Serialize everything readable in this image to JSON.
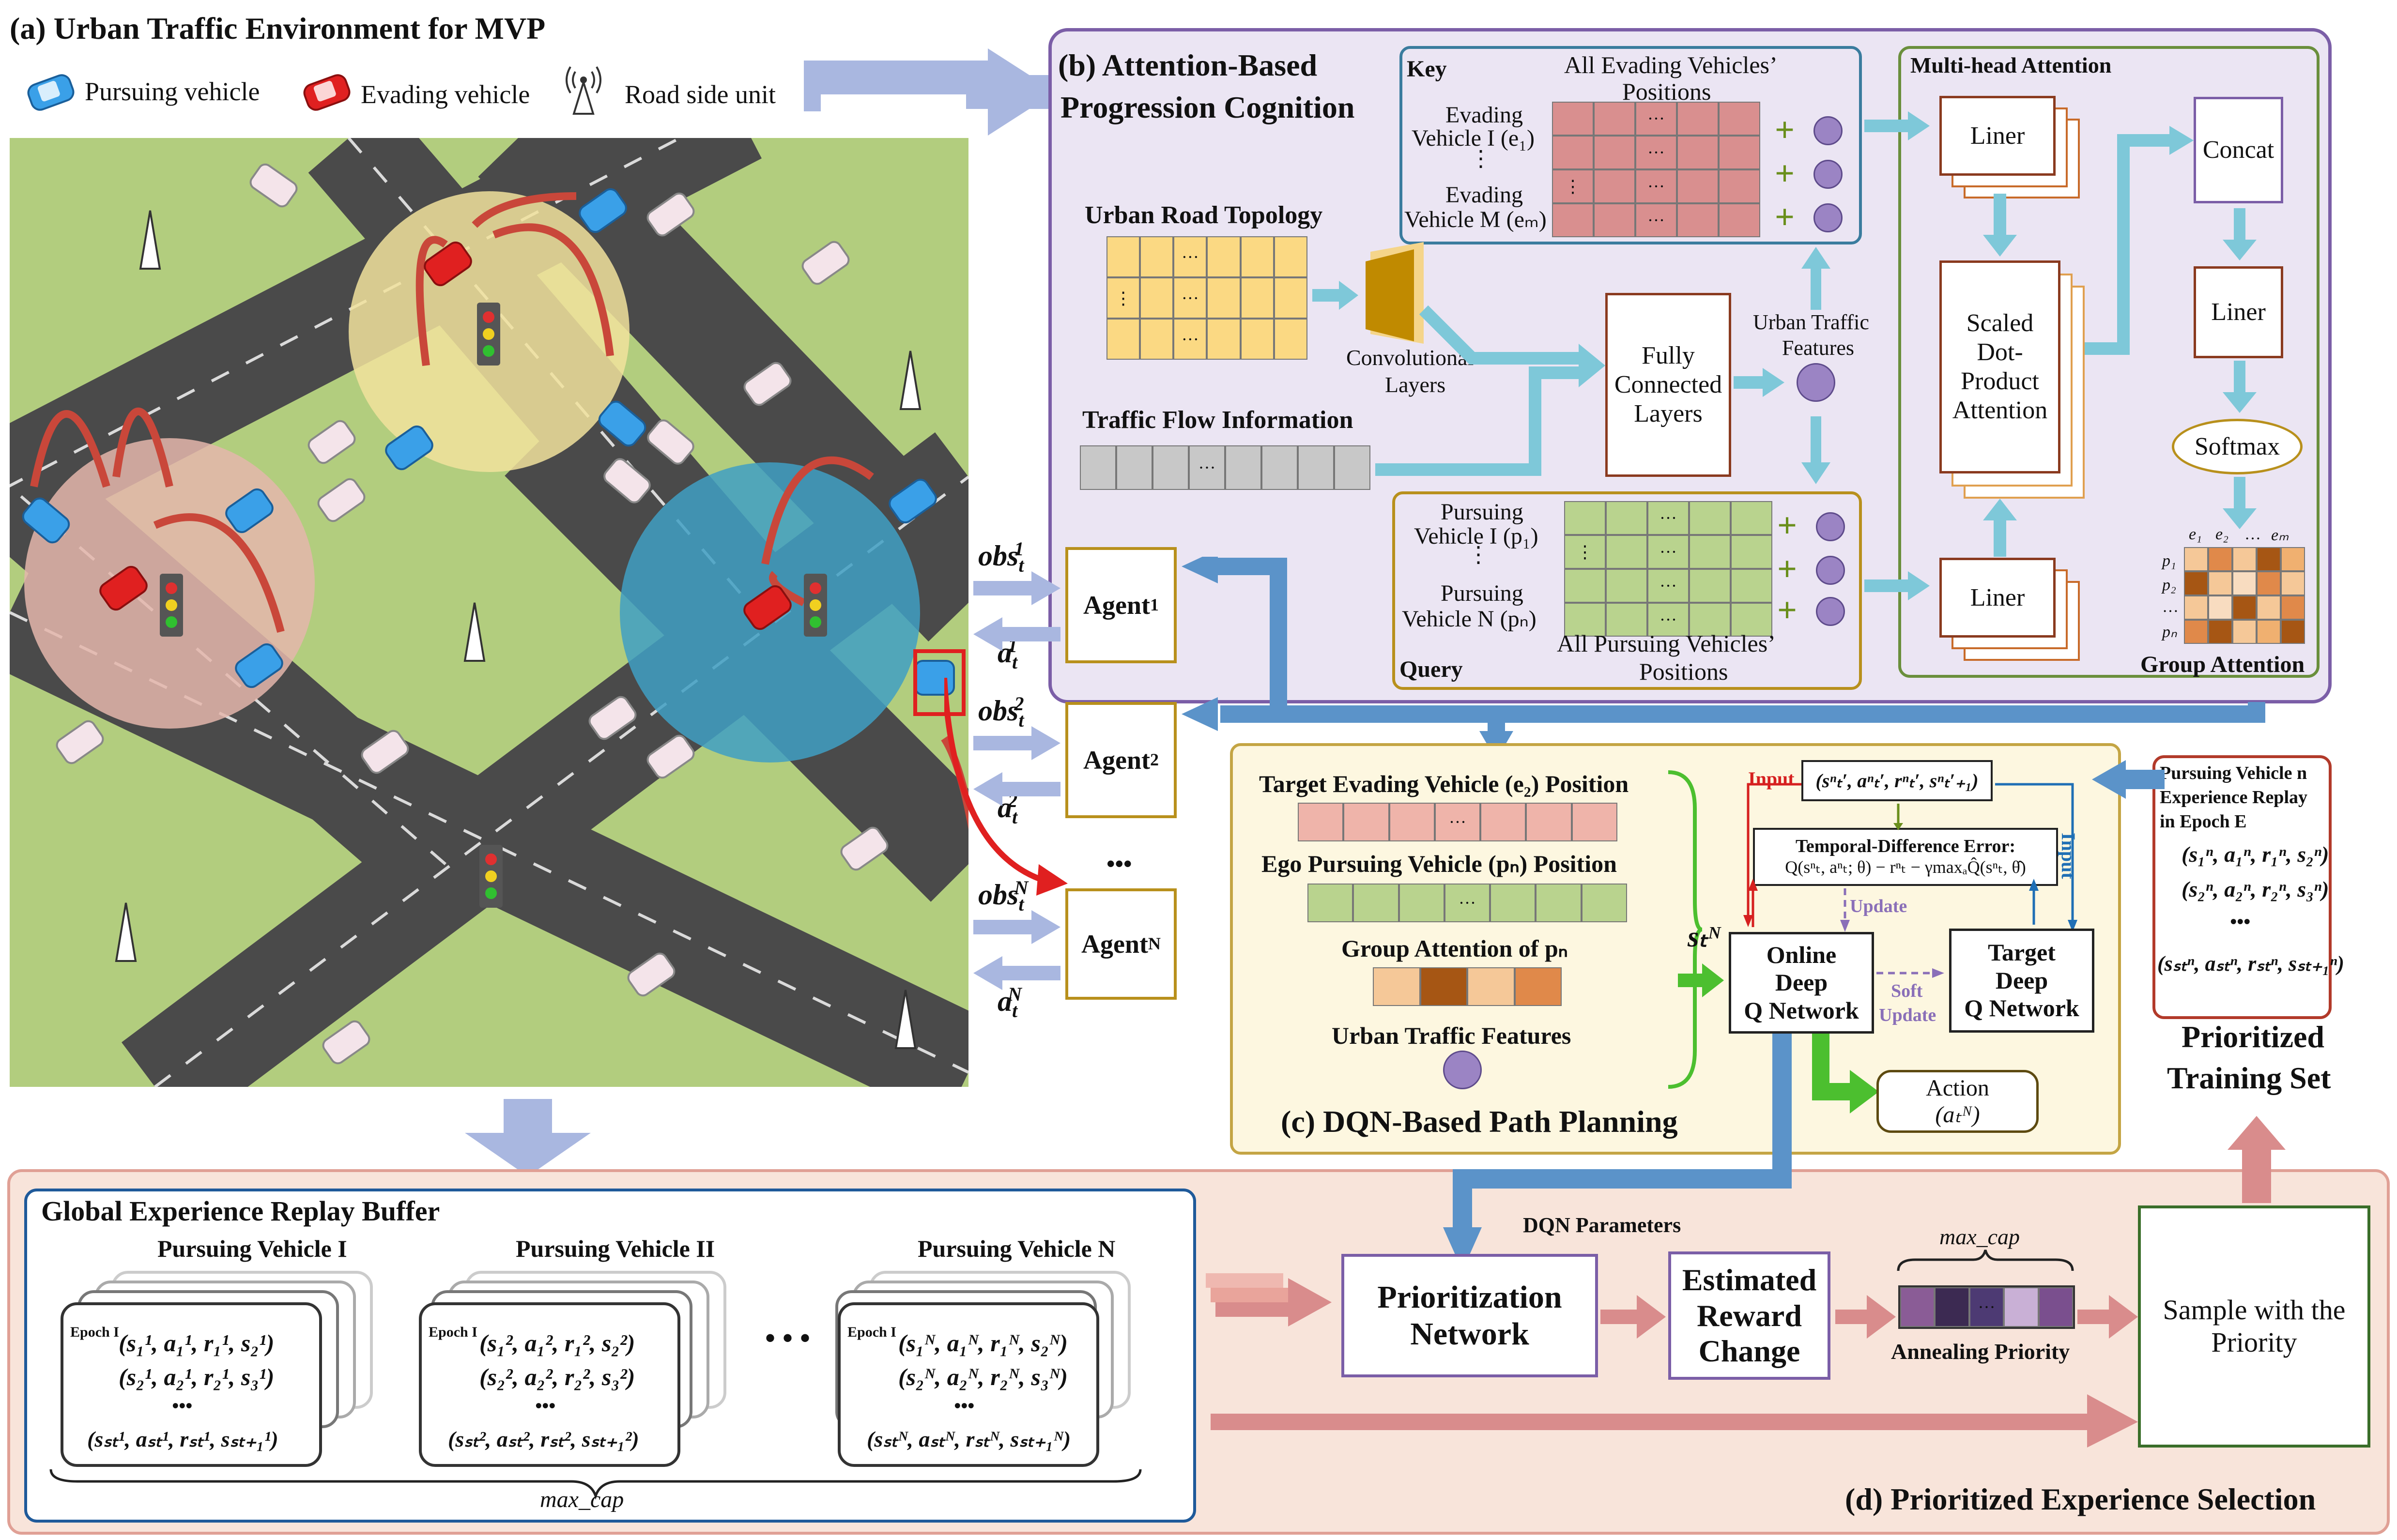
{
  "panel_a": {
    "title": "(a) Urban Traffic Environment for MVP",
    "legend_pursuing": "Pursuing vehicle",
    "legend_evading": "Evading vehicle",
    "legend_rsu": "Road side unit"
  },
  "panel_b": {
    "title_line1": "(b) Attention-Based",
    "title_line2": "Progression Cognition",
    "key_label": "Key",
    "key_positions_line1": "All Evading Vehicles’",
    "key_positions_line2": "Positions",
    "evading_first_line1": "Evading",
    "evading_first_line2": "Vehicle I (e₁)",
    "evading_last_line1": "Evading",
    "evading_last_line2": "Vehicle M (eₘ)",
    "vdots": "⋮",
    "urban_road_topology": "Urban Road Topology",
    "traffic_flow_information": "Traffic Flow Information",
    "conv_layers_line1": "Convolutional",
    "conv_layers_line2": "Layers",
    "fc_layers_line1": "Fully",
    "fc_layers_line2": "Connected",
    "fc_layers_line3": "Layers",
    "urban_traffic_features_line1": "Urban Traffic",
    "urban_traffic_features_line2": "Features",
    "query_label": "Query",
    "pursuing_first_line1": "Pursuing",
    "pursuing_first_line2": "Vehicle I (p₁)",
    "pursuing_last_line1": "Pursuing",
    "pursuing_last_line2": "Vehicle N (pₙ)",
    "query_positions_line1": "All Pursuing Vehicles’",
    "query_positions_line2": "Positions",
    "mha_label": "Multi-head Attention",
    "liner_top": "Liner",
    "liner_bottom": "Liner",
    "liner_right": "Liner",
    "sdpa_line1": "Scaled",
    "sdpa_line2": "Dot-",
    "sdpa_line3": "Product",
    "sdpa_line4": "Attention",
    "concat": "Concat",
    "softmax": "Softmax",
    "group_attention": "Group Attention",
    "ga_col_labels": [
      "e₁",
      "e₂",
      "…",
      "eₘ"
    ],
    "ga_row_labels": [
      "p₁",
      "p₂",
      "…",
      "pₙ"
    ],
    "ellipsis": "···"
  },
  "agents": {
    "agent1": "Agent",
    "agent1_sub": "1",
    "agent2": "Agent",
    "agent2_sub": "2",
    "agentN": "Agent",
    "agentN_sub": "N",
    "dots": "•••",
    "obs": "obs",
    "a": "a",
    "t": "t",
    "sup1": "1",
    "sup2": "2",
    "supN": "N"
  },
  "panel_c": {
    "title": "(c) DQN-Based Path Planning",
    "target_evading_pos": "Target Evading Vehicle (e₂) Position",
    "ego_pursuing_pos": "Ego Pursuing Vehicle  (pₙ) Position",
    "group_attention_of": "Group Attention of  pₙ",
    "urban_traffic_features": "Urban Traffic Features",
    "input_left": "Input",
    "input_right": "Input",
    "tuple": "(sⁿₜ′, aⁿₜ′, rⁿₜ′, sⁿₜ′₊₁)",
    "td_error_title": "Temporal-Difference Error:",
    "td_error_formula": "Q(sⁿₜ, aⁿₜ; θ) − rⁿₜ − γmaxₐQ̂(sⁿₜ, θ̂)",
    "update": "Update",
    "soft_update_line1": "Soft",
    "soft_update_line2": "Update",
    "online_dqn_line1": "Online",
    "online_dqn_line2": "Deep",
    "online_dqn_line3": "Q Network",
    "target_dqn_line1": "Target",
    "target_dqn_line2": "Deep",
    "target_dqn_line3": "Q Network",
    "state_label": "sₜᴺ",
    "action_line1": "Action",
    "action_line2": "(aₜᴺ)"
  },
  "panel_replay": {
    "title_line1": "Pursuing Vehicle n",
    "title_line2": "Experience Replay",
    "title_line3": "in Epoch E",
    "rows": [
      "(s₁ⁿ, a₁ⁿ, r₁ⁿ, s₂ⁿ)",
      "(s₂ⁿ, a₂ⁿ, r₂ⁿ, s₃ⁿ)",
      "•••",
      "(sₛₜⁿ, aₛₜⁿ, rₛₜⁿ, sₛₜ₊₁ⁿ)"
    ],
    "prioritized_line1": "Prioritized",
    "prioritized_line2": "Training Set"
  },
  "panel_d": {
    "title": "(d) Prioritized Experience Selection",
    "buffer_title": "Global Experience Replay Buffer",
    "pv1": "Pursuing Vehicle I",
    "pv2": "Pursuing Vehicle II",
    "pvN": "Pursuing Vehicle N",
    "epoch": "Epoch I",
    "pv1_rows": [
      "(s₁¹, a₁¹, r₁¹, s₂¹)",
      "(s₂¹, a₂¹, r₂¹, s₃¹)",
      "•••",
      "(sₛₜ¹, aₛₜ¹, rₛₜ¹, sₛₜ₊₁¹)"
    ],
    "pv2_rows": [
      "(s₁², a₁², r₁², s₂²)",
      "(s₂², a₂², r₂², s₃²)",
      "•••",
      "(sₛₜ², aₛₜ², rₛₜ², sₛₜ₊₁²)"
    ],
    "pvN_rows": [
      "(s₁ᴺ, a₁ᴺ, r₁ᴺ, s₂ᴺ)",
      "(s₂ᴺ, a₂ᴺ, r₂ᴺ, s₃ᴺ)",
      "•••",
      "(sₛₜᴺ, aₛₜᴺ, rₛₜᴺ, sₛₜ₊₁ᴺ)"
    ],
    "dots": "• • •",
    "max_cap": "max_cap",
    "dqn_parameters": "DQN Parameters",
    "prioritization_line1": "Prioritization",
    "prioritization_line2": "Network",
    "reward_line1": "Estimated",
    "reward_line2": "Reward",
    "reward_line3": "Change",
    "annealing_priority": "Annealing Priority",
    "sample_line1": "Sample with the",
    "sample_line2": "Priority"
  },
  "colors": {
    "purple_border": "#7b5ea7",
    "panel_b_bg": "#ebe5f3",
    "panel_c_bg": "#fdf7e0",
    "panel_d_bg": "#f8e4da",
    "teal_arrow": "#7ec8d9",
    "blue_arrow": "#5b93c9",
    "pink_arrow": "#d98c8c",
    "green_arrow": "#4cbf2f"
  },
  "icons": [
    "car-blue-icon",
    "car-red-icon",
    "antenna-icon",
    "traffic-light-icon"
  ]
}
